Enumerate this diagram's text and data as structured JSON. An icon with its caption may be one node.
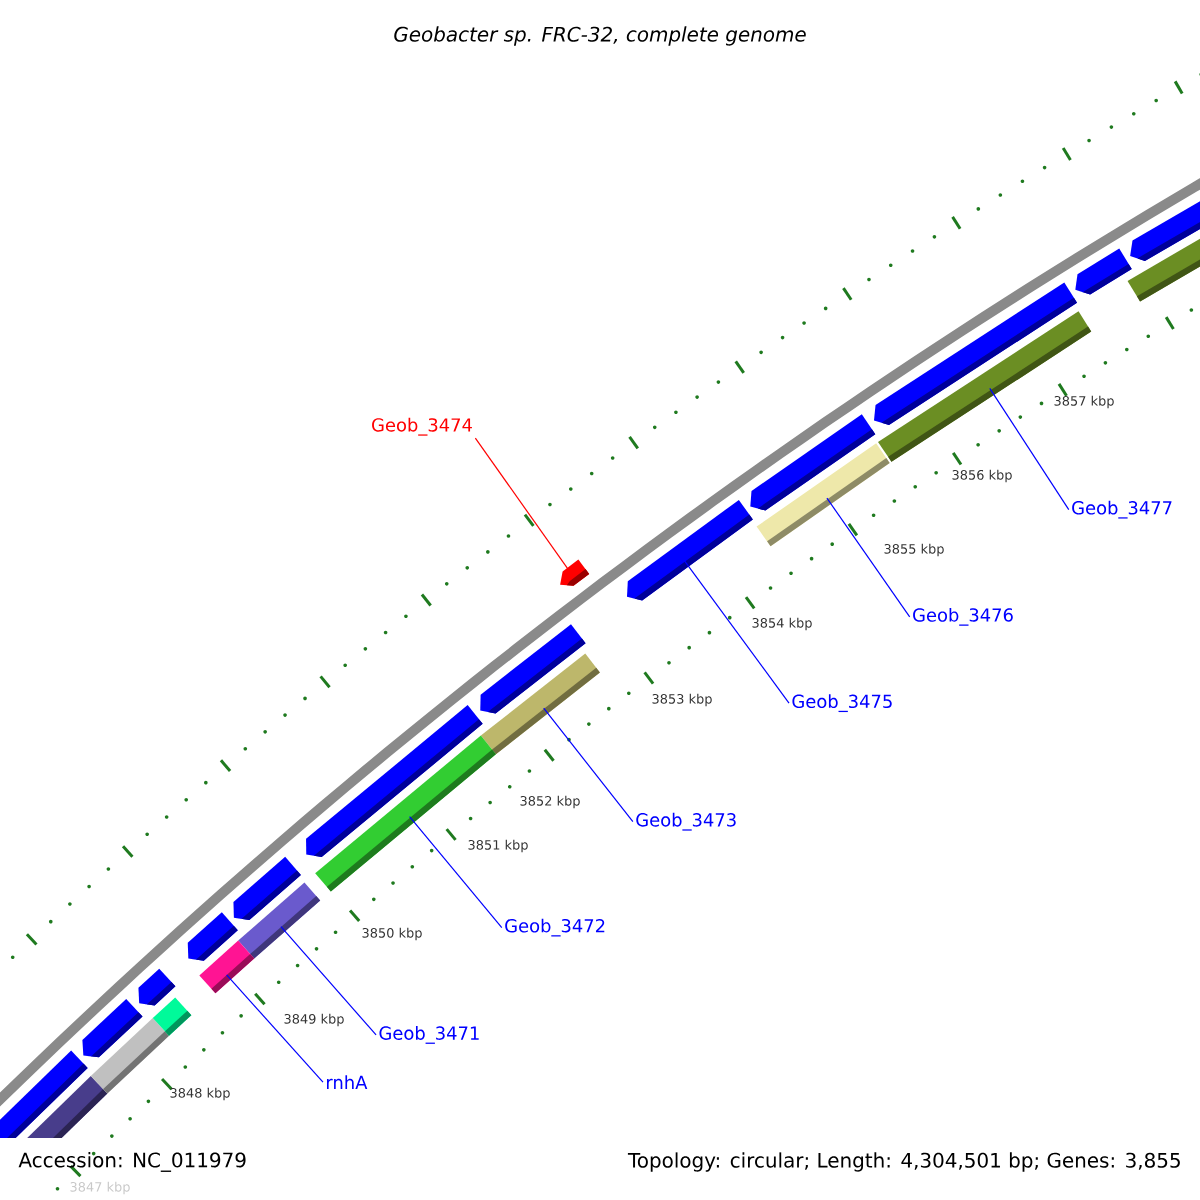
{
  "diagram": {
    "title": "Geobacter sp. FRC-32, complete genome",
    "nodes": [
      {
        "text": [
          "Geob_3474"
        ]
      },
      {
        "text": [],
        "shape": "pentagon"
      },
      {
        "text": [
          "Geob_3477"
        ]
      },
      {
        "text": [],
        "shape": "bar"
      },
      {
        "text": [
          "Geob_3476"
        ]
      },
      {
        "text": [],
        "shape": "bar"
      },
      {
        "text": [
          "Geob_3475"
        ]
      },
      {
        "text": [],
        "shape": "pentagon"
      },
      {
        "text": [
          "Geob_3473"
        ]
      },
      {
        "text": [],
        "shape": "bar"
      },
      {
        "text": [
          "Geob_3472"
        ]
      },
      {
        "text": [],
        "shape": "bar"
      },
      {
        "text": [
          "Geob_3471"
        ]
      },
      {
        "text": [],
        "shape": "bar"
      },
      {
        "text": [
          "rnhA"
        ]
      },
      {
        "text": [],
        "shape": "bar"
      },
      {
        "text": [],
        "shape": "pentagon"
      },
      {
        "text": [],
        "shape": "pentagon"
      },
      {
        "text": [],
        "shape": "pentagon"
      },
      {
        "text": [],
        "shape": "pentagon"
      },
      {
        "text": [],
        "shape": "pentagon"
      },
      {
        "text": [],
        "shape": "pentagon"
      },
      {
        "text": [],
        "shape": "pentagon"
      },
      {
        "text": [],
        "shape": "pentagon"
      },
      {
        "text": [],
        "shape": "pentagon"
      },
      {
        "text": [],
        "shape": "pentagon"
      },
      {
        "text": [],
        "shape": "pentagon"
      },
      {
        "text": [],
        "shape": "bar"
      },
      {
        "text": [],
        "shape": "bar"
      },
      {
        "text": [],
        "shape": "bar"
      },
      {
        "text": [],
        "shape": "bar"
      }
    ],
    "edges": [
      {
        "from": 0,
        "to": 1,
        "arrow": "none",
        "color": "#ff0000"
      },
      {
        "from": 2,
        "to": 3,
        "arrow": "none"
      },
      {
        "from": 4,
        "to": 5,
        "arrow": "none"
      },
      {
        "from": 6,
        "to": 7,
        "arrow": "none"
      },
      {
        "from": 8,
        "to": 9,
        "arrow": "none"
      },
      {
        "from": 10,
        "to": 11,
        "arrow": "none"
      },
      {
        "from": 12,
        "to": 13,
        "arrow": "none"
      },
      {
        "from": 14,
        "to": 15,
        "arrow": "none"
      }
    ],
    "labels": [
      "3857 kbp",
      "3856 kbp",
      "3855 kbp",
      "3854 kbp",
      "3853 kbp",
      "3852 kbp",
      "3851 kbp",
      "3850 kbp",
      "3849 kbp",
      "3848 kbp",
      "3847 kbp",
      "Accession: NC_011979",
      "Topology: circular; Length: 4,304,501 bp; Genes: 3,855"
    ]
  }
}
